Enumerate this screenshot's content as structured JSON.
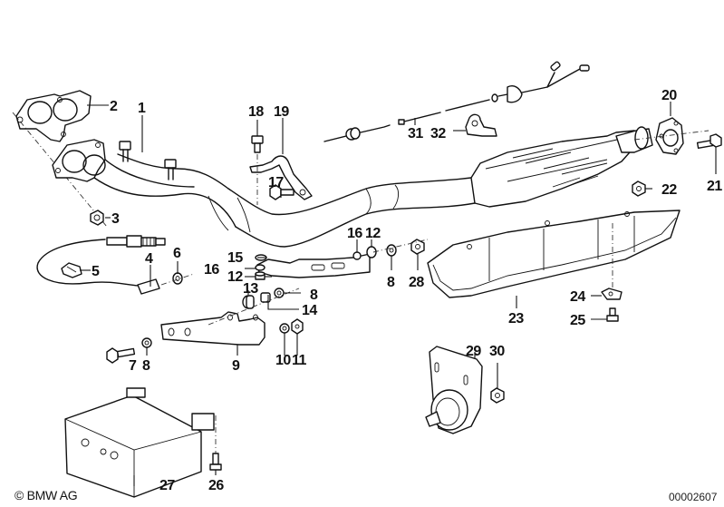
{
  "diagram": {
    "title": "Exhaust system parts diagram",
    "copyright": "© BMW AG",
    "image_number": "00002607",
    "callouts": [
      {
        "number": "1",
        "part": "front-pipe"
      },
      {
        "number": "2",
        "part": "manifold-gasket"
      },
      {
        "number": "3",
        "part": "hex-nut"
      },
      {
        "number": "4",
        "part": "oxygen-sensor"
      },
      {
        "number": "5",
        "part": "cable-clip"
      },
      {
        "number": "6",
        "part": "washer"
      },
      {
        "number": "7",
        "part": "hex-bolt"
      },
      {
        "number": "8",
        "part": "washer"
      },
      {
        "number": "9",
        "part": "bracket"
      },
      {
        "number": "10",
        "part": "washer"
      },
      {
        "number": "11",
        "part": "hex-nut"
      },
      {
        "number": "12",
        "part": "bushing"
      },
      {
        "number": "13",
        "part": "rubber-mount"
      },
      {
        "number": "14",
        "part": "spacer-sleeve"
      },
      {
        "number": "15",
        "part": "washer"
      },
      {
        "number": "16",
        "part": "bushing"
      },
      {
        "number": "17",
        "part": "hex-bolt"
      },
      {
        "number": "18",
        "part": "hex-bolt"
      },
      {
        "number": "19",
        "part": "pipe-clamp"
      },
      {
        "number": "20",
        "part": "flange-gasket"
      },
      {
        "number": "21",
        "part": "hex-bolt"
      },
      {
        "number": "22",
        "part": "hex-nut"
      },
      {
        "number": "23",
        "part": "heat-shield"
      },
      {
        "number": "24",
        "part": "clip-nut"
      },
      {
        "number": "25",
        "part": "screw"
      },
      {
        "number": "26",
        "part": "screw"
      },
      {
        "number": "27",
        "part": "control-unit"
      },
      {
        "number": "28",
        "part": "hex-nut"
      },
      {
        "number": "29",
        "part": "rubber-mount"
      },
      {
        "number": "30",
        "part": "hex-nut"
      },
      {
        "number": "31",
        "part": "sensor-cable"
      },
      {
        "number": "32",
        "part": "cable-clip"
      }
    ]
  }
}
